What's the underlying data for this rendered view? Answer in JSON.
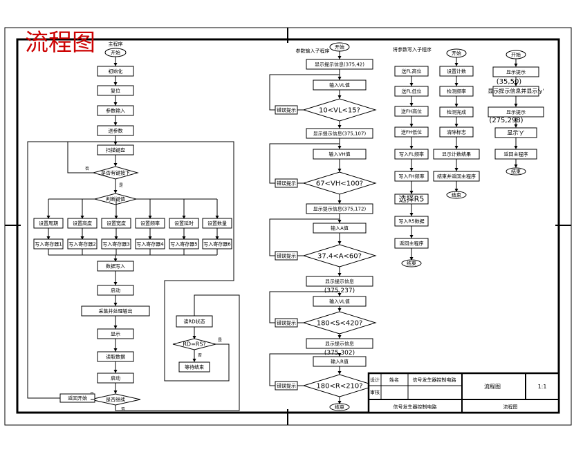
{
  "title": "流程图",
  "headings": {
    "main": "主程序",
    "input_sub": "参数输入子程序",
    "send_sub": "将参数写入子程序",
    "wait_sub": "",
    "display_sub": ""
  },
  "main": {
    "start": "开始",
    "b1": "初始化",
    "b2": "复位",
    "b3": "参数输入",
    "b4": "送参数",
    "b5": "扫描键盘",
    "d1": "是否有键按下",
    "d1_no": "否",
    "d1_yes": "是",
    "d2": "判断键值",
    "keys_top": [
      "设置周期",
      "设置高度",
      "设置宽度",
      "设置频率",
      "设置延时",
      "设置数量"
    ],
    "keys_bottom": [
      "写入寄存器1",
      "写入寄存器2",
      "写入寄存器3",
      "写入寄存器4",
      "写入寄存器5",
      "写入寄存器6"
    ],
    "b6": "数据写入",
    "b7": "启动",
    "b8": "采集并处理输出",
    "b9": "显示",
    "b10": "读取数据",
    "b11": "启动",
    "d3": "是否继续",
    "d3_yes": "是",
    "d3_no": "否",
    "left_box": "返回开始",
    "loop_box1": "读RD状态",
    "loop_dec": "RD=RS?",
    "loop_yes": "是",
    "loop_no": "否",
    "loop_box2": "等待结束"
  },
  "input_flow": {
    "start": "开始",
    "items": [
      {
        "prompt": "显示提示信息(375,42)",
        "input": "输入VL值",
        "cond": "10<VL<15?",
        "err": "错误提示"
      },
      {
        "prompt": "显示提示信息(375,107)",
        "input": "输入VH值",
        "cond": "67<VH<100?",
        "err": "错误提示"
      },
      {
        "prompt": "显示提示信息(375,172)",
        "input": "输入A值",
        "cond": "37.4<A<60?",
        "err": "错误提示"
      },
      {
        "prompt": "显示提示信息",
        "prompt2": "(375,237)",
        "input": "输入VL值",
        "cond": "180<S<420?",
        "err": "错误提示"
      },
      {
        "prompt": "显示提示信息",
        "prompt2": "(375,302)",
        "input": "输入R值",
        "cond": "180<R<210?",
        "err": "错误提示"
      }
    ],
    "end": "结束"
  },
  "send_flow": {
    "items": [
      "送FL高位",
      "送FL低位",
      "送FH高位",
      "送FH低位",
      "写入FL频率",
      "写入FH频率",
      "选择R5",
      "写入R5数据",
      "返回主程序"
    ],
    "end": "结束"
  },
  "wait_flow": {
    "start": "开始",
    "items": [
      "设置计数",
      "检测频率",
      "检测完成",
      "清除标志",
      "显示计数结果",
      "结束并返回主程序"
    ],
    "end": "结束"
  },
  "display_flow": {
    "start": "开始",
    "items": [
      "显示提示",
      "(35,50)",
      "显示提示信息并显示'y'",
      "显示提示",
      "(275,298)",
      "显示'y'",
      "返回主程序"
    ],
    "end": "结束"
  },
  "title_block": {
    "r1c1": "设计",
    "r1c2": "姓名",
    "r1c3": "信号发生器控制电路",
    "r2c1": "审核",
    "drawing_name": "流程图",
    "scale": "1:1",
    "bottom_left": "信号发生器控制电路",
    "bottom_right": "流程图"
  },
  "colors": {
    "title": "#cc0000",
    "line": "#000000"
  }
}
